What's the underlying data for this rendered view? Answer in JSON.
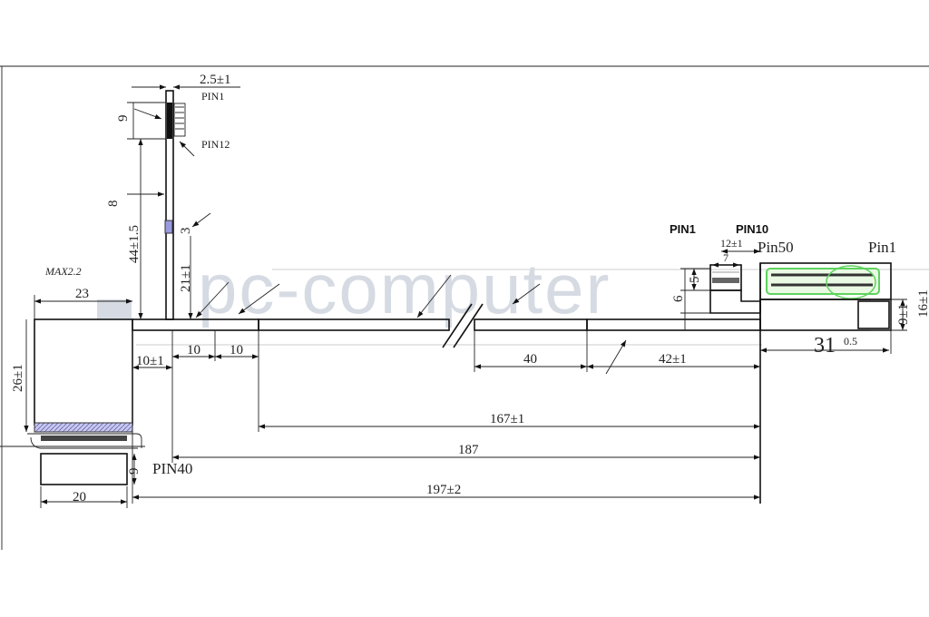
{
  "watermark": "pc-computer",
  "dimensions": {
    "connector_offset": "2.5±1",
    "top_connector_height": "9",
    "fpc_width": "8",
    "fpc_length": "44±1.5",
    "stiffener": "3",
    "stiffener_offset": "21±1",
    "max_thickness": "MAX2.2",
    "left_width": "23",
    "left_height": "26±1",
    "offset_a": "10±1",
    "seg_a": "10",
    "seg_b": "10",
    "seg_40": "40",
    "seg_42": "42±1",
    "len_167": "167±1",
    "len_187": "187",
    "len_197": "197±2",
    "bottom_width": "20",
    "bottom_height": "9",
    "right_12": "12±1",
    "right_7": "7",
    "right_5": "5",
    "right_6": "6",
    "right_9": "9±1",
    "right_31": "31",
    "right_05": "0.5",
    "right_edge": "16±1"
  },
  "pins": {
    "top_pin1": "PIN1",
    "top_pin12": "PIN12",
    "bottom_pin40": "PIN40",
    "right_pin1": "PIN1",
    "right_pin10": "PIN10",
    "right_pin50": "Pin50",
    "right_pin1b": "Pin1"
  },
  "colors": {
    "hatch_blue": "#8f8fd6",
    "green": "#5fd35f",
    "line": "#111111"
  }
}
